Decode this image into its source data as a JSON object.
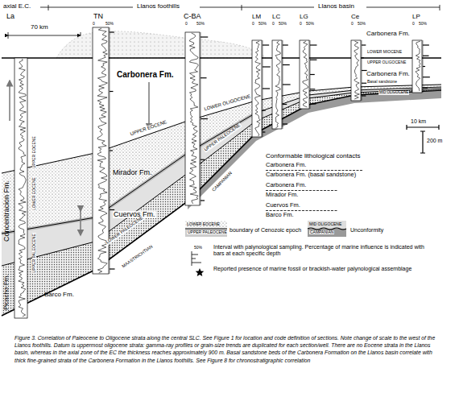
{
  "diagram": {
    "caption": "Figure 3. Correlation of Paleocene to Oligocene strata along the central SLC. See Figure 1 for location and code definition of sections. Note change of scale to the west of the Llanos foothills. Datum is uppermost oligocene strata: gamma-ray profiles or grain-size trends are duplicated for each section/well. There are no Eocene strata in the Llanos basin, whereas in the axial zone of the EC the thickness reaches approximately 900 m. Basal sandstone beds of the Carbonera Formation on the Llanos basin correlate with thick fine-grained strata of the Carbonera Formation in the Llanos foothills. See Figure 8 for chronostratigraphic correlation",
    "labels": [
      "axial E.C.",
      "Llanos foothills",
      "Llanos basin",
      "La",
      "TN",
      "C-BA",
      "LM",
      "LC",
      "LG",
      "Ce",
      "LP",
      "70 km",
      "10 km",
      "200 m",
      "Carbonera Fm.",
      "LOWER MIOCENE",
      "UPPER OLIGOCENE",
      "Carbonera Fm.",
      "Carbonera Fm.",
      "Concentracion Fm.",
      "Picacho Fm.",
      "Barco Fm.",
      "Mirador Fm.",
      "Cuervos Fm.",
      "UPPER EOCENE",
      "LOWER OLIGOCENE",
      "UPPER PALEOCENE",
      "LOWER PALEOCENE",
      "MAASTRICHTIAN",
      "CAMPANIAN",
      "UPPER EOCENE",
      "LOWER EOCENE",
      "UPPER PALEOCENE",
      "MID OLIGOCENE",
      "Basal sandstone",
      "Conformable lithological contacts",
      "Carbonera Fm.",
      "Carbonera Fm. (basal sandstone)",
      "Carbonera Fm.",
      "Mirador Fm.",
      "Cuervos Fm.",
      "Barco Fm.",
      "LOWER EOCENE",
      "UPPER PALEOCENE",
      "MID OLIGOCENE",
      "CAMPANIAN",
      "0",
      "50%",
      "0",
      "50%",
      "0",
      "50%",
      "0",
      "50%",
      "0",
      "50%",
      "0",
      "50%",
      "0",
      "50%",
      "50%"
    ],
    "legend": [
      {
        "text": "boundary of Cenozoic epoch"
      },
      {
        "text": "Unconformity"
      },
      {
        "text": "Interval with palynological sampling. Percentage of marine influence is indicated with bars at each specific depth"
      },
      {
        "text": "Reported presence of marine fossil or brackish-water palynological assemblage"
      }
    ]
  }
}
